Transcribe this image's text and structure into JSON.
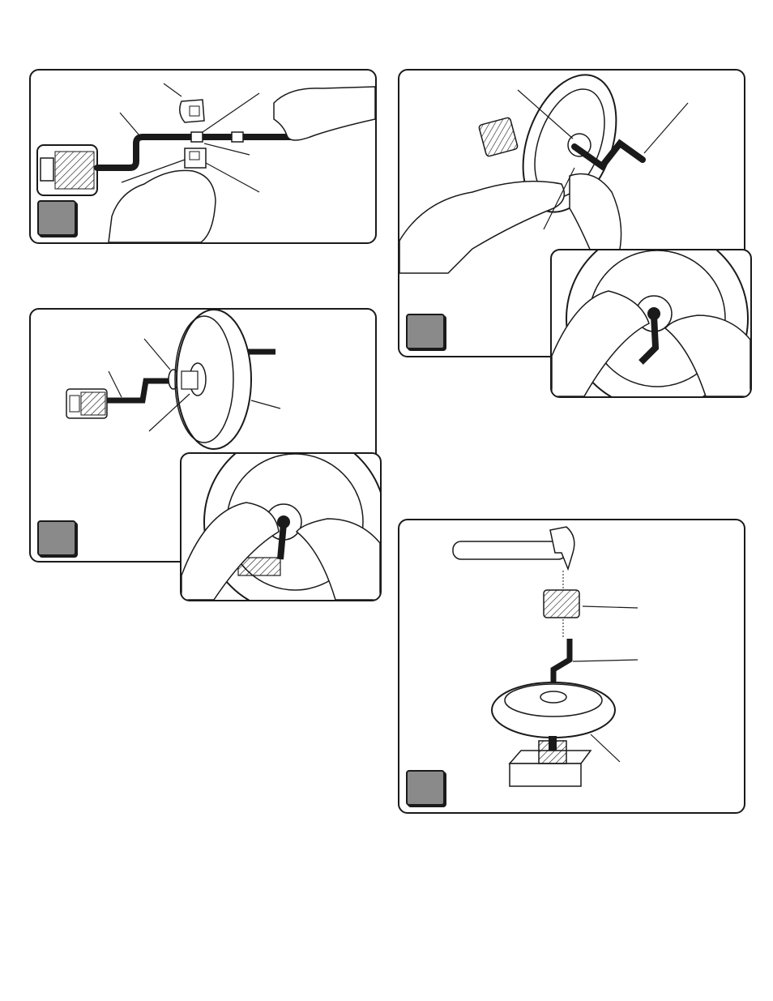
{
  "figures": [
    {
      "id": "fig-1",
      "step_label": "",
      "callouts": 6
    },
    {
      "id": "fig-2",
      "step_label": "",
      "callouts": 4
    },
    {
      "id": "fig-3",
      "step_label": "",
      "callouts": 3
    },
    {
      "id": "fig-4",
      "step_label": "",
      "callouts": 3
    }
  ],
  "colors": {
    "ink": "#1a1a1a",
    "badge": "#8a8a8a",
    "paper": "#ffffff"
  }
}
